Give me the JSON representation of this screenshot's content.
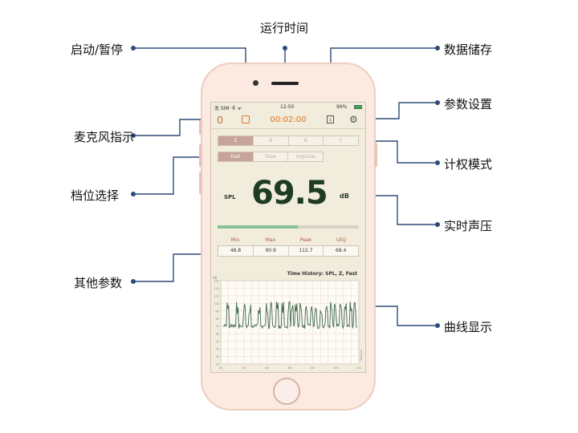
{
  "callouts": {
    "run_time": "运行时间",
    "start_pause": "启动/暂停",
    "data_storage": "数据储存",
    "parameter_settings": "参数设置",
    "mic_indicator": "麦克风指示",
    "weighting_mode": "计权模式",
    "range_select": "档位选择",
    "realtime_spl": "实时声压",
    "other_params": "其他参数",
    "curve_display": "曲线显示"
  },
  "status_bar": {
    "carrier": "无 SIM 卡 ᯤ",
    "time": "12:50",
    "battery": "99%",
    "battery_level": 0.99
  },
  "toolbar": {
    "timer": "00:02:00",
    "icons": [
      "microphone-icon",
      "stop-square-icon",
      "save-download-icon",
      "gear-icon"
    ]
  },
  "weighting": {
    "options": [
      "Z",
      "A",
      "B",
      "C"
    ],
    "selected": "Z"
  },
  "response": {
    "options": [
      "Fast",
      "Slow",
      "Impulse"
    ],
    "selected": "Fast"
  },
  "meter": {
    "label": "SPL",
    "value": "69.5",
    "unit": "dB",
    "level_fraction": 0.57
  },
  "stats": {
    "headers": [
      "Min",
      "Max",
      "Peak",
      "LEQ"
    ],
    "values": [
      "48.8",
      "90.9",
      "112.7",
      "68.4"
    ]
  },
  "chart": {
    "title": "Time History: SPL, Z, Fast",
    "y_unit": "dB",
    "y_ticks": [
      "130",
      "120",
      "110",
      "100",
      "90",
      "80",
      "70",
      "60",
      "50",
      "40",
      "30",
      "20"
    ],
    "x_ticks": [
      "0s",
      "20",
      "40",
      "60",
      "80",
      "100",
      "120"
    ],
    "right_axis_label": "Time (s)"
  },
  "colors": {
    "accent": "#e0731f",
    "value_green": "#1e3b23",
    "selected_segment": "#c7a39a",
    "stat_header": "#b0563a",
    "trace": "#3d6a4a",
    "grid": "#efcaca",
    "leader_line": "#2e4a78"
  }
}
